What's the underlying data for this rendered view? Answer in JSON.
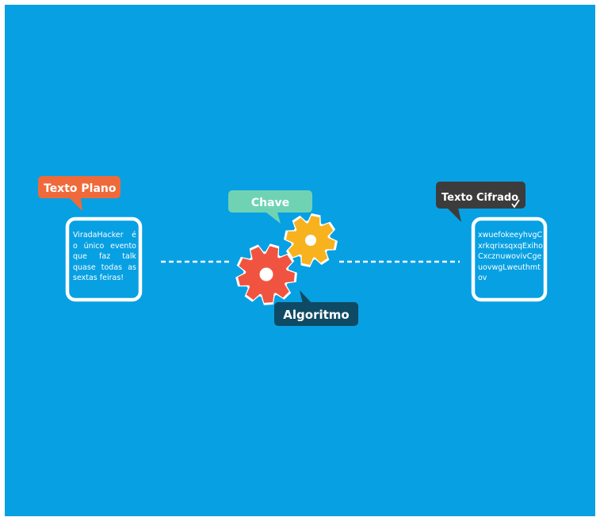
{
  "diagram": {
    "background_color": "#07a0e3",
    "plain_text": {
      "label": "Texto Plano",
      "label_color": "#ef6a3a",
      "content": "ViradaHacker é o único evento que faz talk quase todas as sextas feiras!"
    },
    "key": {
      "label": "Chave",
      "label_color": "#6fd3b3"
    },
    "algorithm": {
      "label": "Algoritmo",
      "label_color": "#0f4a64",
      "gear_colors": [
        "#f05440",
        "#f7b21e"
      ]
    },
    "cipher_text": {
      "label": "Texto Cifrado",
      "label_color": "#3c3c3c",
      "content": "xwuefokeeyhvgCxrkqrixsqxqExihoCxcznuwovivCgeuovwgLweuthmtov"
    },
    "icons": [
      "gear-icon",
      "check-icon"
    ]
  }
}
